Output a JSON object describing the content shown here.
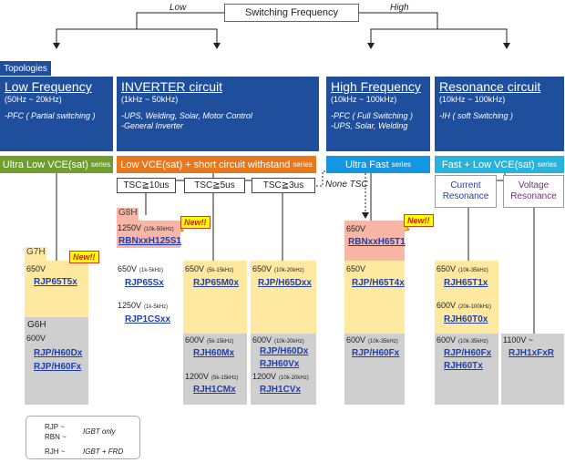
{
  "header": {
    "title": "Switching Frequency",
    "low_label": "Low",
    "high_label": "High"
  },
  "topologies_label": "Topologies",
  "categories": [
    {
      "title": "Low Frequency",
      "freq": "(50Hz ~ 20kHz)",
      "desc": [
        "-PFC ( Partial switching )"
      ]
    },
    {
      "title": "INVERTER circuit",
      "freq": "(1kHz ~ 50kHz)",
      "desc": [
        "-UPS, Welding, Solar, Motor Control",
        "-General Inverter"
      ]
    },
    {
      "title": "High Frequency",
      "freq": "(10kHz ~ 100kHz)",
      "desc": [
        "-PFC ( Full Switching )",
        "-UPS, Solar, Welding"
      ]
    },
    {
      "title": "Resonance  circuit",
      "freq": "(10kHz ~ 100kHz)",
      "desc": [
        "-IH ( soft Switching )"
      ]
    }
  ],
  "series": [
    {
      "main": "Ultra Low VCE(sat)",
      "suffix": "series",
      "color": "#6e9f2e"
    },
    {
      "main": "Low VCE(sat) + short circuit withstand",
      "suffix": "series",
      "color": "#e8781e"
    },
    {
      "main": "Ultra Fast",
      "suffix": "series",
      "color": "#1496e0"
    },
    {
      "main": "Fast + Low VCE(sat)",
      "suffix": "series",
      "color": "#27b4dc"
    }
  ],
  "tsc": [
    "TSC≧10us",
    "TSC≧5us",
    "TSC≧3us"
  ],
  "none_tsc": "None TSC",
  "resonance": {
    "current": [
      "Current",
      "Resonance"
    ],
    "voltage": [
      "Voltage",
      "Resonance"
    ]
  },
  "new_badge": "New!!",
  "col1": {
    "g7h": "G7H",
    "v650": "650V",
    "p650": "RJP65T5x",
    "g6h": "G6H",
    "v600": "600V",
    "p600a": "RJP/H60Dx",
    "p600b": "RJP/H60Fx"
  },
  "col2": {
    "g8h": "G8H",
    "v1250": "1250V",
    "f1250": "(10k-50kHz)",
    "p1250": "RBNxxH125S1",
    "v650": "650V",
    "f650": "(1k-5kHz)",
    "p650": "RJP65Sx",
    "v1250b": "1250V",
    "f1250b": "(1k-5kHz)",
    "p1250b": "RJP1CSxx"
  },
  "col3": {
    "v650": "650V",
    "f650": "(5k-15kHz)",
    "p650": "RJP65M0x",
    "v600": "600V",
    "f600": "(5k-15kHz)",
    "p600": "RJH60Mx",
    "v1200": "1200V",
    "f1200": "(5k-15kHz)",
    "p1200": "RJH1CMx"
  },
  "col4": {
    "v650": "650V",
    "f650": "(10k-20kHz)",
    "p650": "RJP/H65Dxx",
    "v600": "600V",
    "f600": "(10k-20kHz)",
    "p600a": "RJP/H60Dx",
    "p600b": "RJH60Vx",
    "v1200": "1200V",
    "f1200": "(10k-20kHz)",
    "p1200": "RJH1CVx"
  },
  "col5": {
    "v650a": "650V",
    "p650a": "RBNxxH65T1",
    "v650b": "650V",
    "p650b": "RJP/H65T4x",
    "v600": "600V",
    "f600": "(10k-35kHz)",
    "p600": "RJP/H60Fx"
  },
  "col6": {
    "v650": "650V",
    "f650": "(10k-35kHz)",
    "p650": "RJH65T1x",
    "v600a": "600V",
    "f600a": "(20k-100kHz)",
    "p600a": "RJH60T0x",
    "v600b": "600V",
    "f600b": "(10k-35kHz)",
    "p600b": "RJP/H60Fx",
    "p600c": "RJH60Tx"
  },
  "col7": {
    "v1100": "1100V ~",
    "p1100": "RJH1xFxR"
  },
  "legend": {
    "rjp": "RJP ~",
    "rbn": "RBN ~",
    "igbt_only": "IGBT only",
    "rjh": "RJH ~",
    "igbt_frd": "IGBT + FRD"
  },
  "colors": {
    "navy": "#1f4e9c",
    "product_link": "#1f3fb0",
    "highlight_yellow": "#ffe9a1",
    "gray_block": "#cfcfcf",
    "pink_block": "#f7b6a6"
  }
}
